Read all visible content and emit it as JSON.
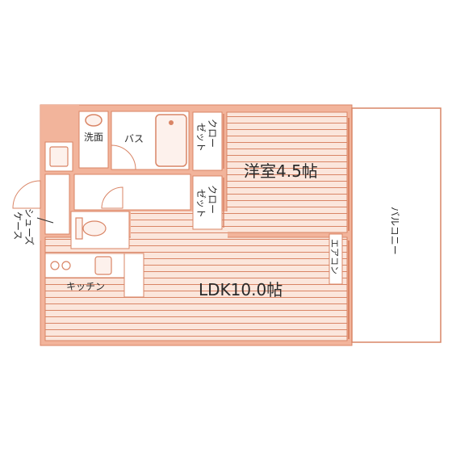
{
  "colors": {
    "wall": "#f2b49b",
    "wall_stroke": "#d98566",
    "floor": "#fbe6dc",
    "floor_line": "#d98566",
    "fixture_fill": "#fdf1ec",
    "balcony_fill": "#ffffff",
    "text": "#2a2a2a"
  },
  "rooms": {
    "western": "洋室4.5帖",
    "ldk": "LDK10.0帖",
    "closet_1": [
      "クロー",
      "ゼット"
    ],
    "closet_2": [
      "クロー",
      "ゼット"
    ],
    "balcony": "バルコニー",
    "bath": "バス",
    "washroom": "洗面",
    "kitchen": "キッチン",
    "shoe_case": [
      "シュー",
      "ズ",
      "ケース"
    ],
    "aircon": "エアコン"
  }
}
